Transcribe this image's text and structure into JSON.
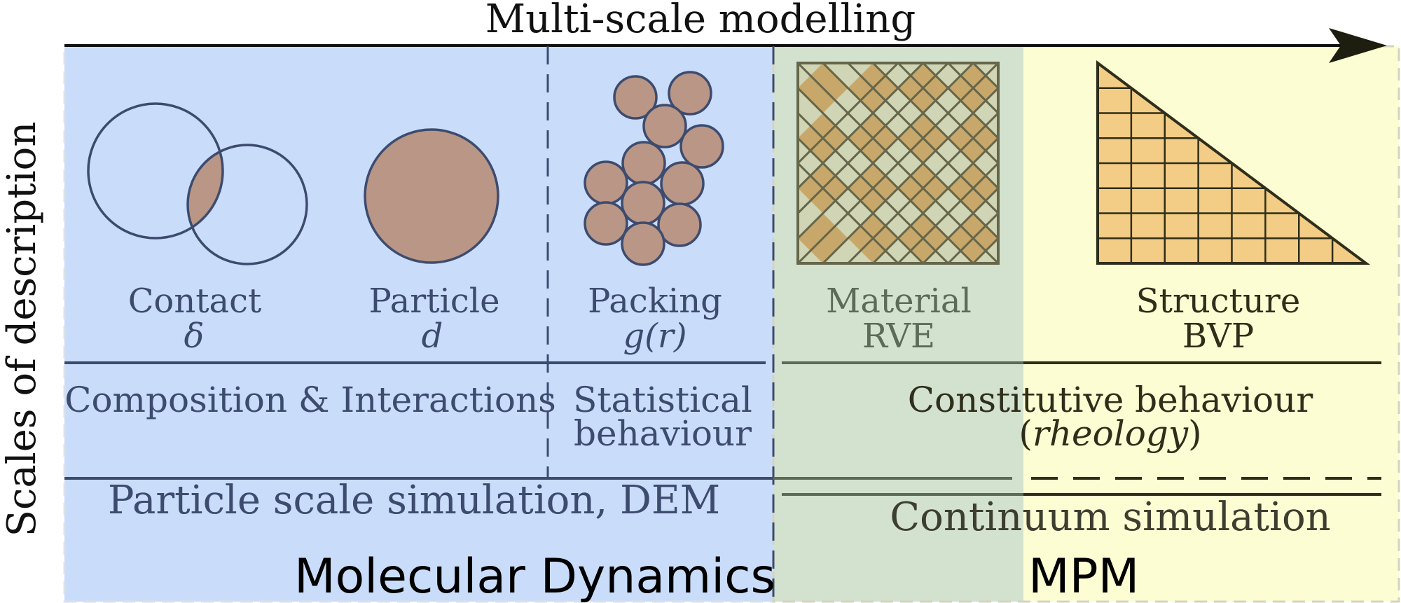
{
  "title": "Multi-scale modelling",
  "vertical_label": "Scales of description",
  "colors": {
    "blue_region": "#c9ddfa",
    "green_region": "#d3e2cf",
    "yellow_region": "#fdfdd3",
    "particle_fill": "#b99686",
    "particle_stroke": "#3d4b6e",
    "text_blue": "#3d4b6e",
    "text_gray": "#5d6a58",
    "text_dark": "#2e2e1a",
    "rve_dark": "#c8a86a",
    "rve_light": "#cfd5b5",
    "rve_stroke": "#66664a",
    "structure_fill": "#f3cc85",
    "structure_stroke": "#2e2e1a"
  },
  "scales": {
    "contact": {
      "name": "Contact",
      "symbol": "δ"
    },
    "particle": {
      "name": "Particle",
      "symbol": "d"
    },
    "packing": {
      "name": "Packing",
      "symbol": "g(r)"
    },
    "material": {
      "name": "Material",
      "symbol": "RVE"
    },
    "structure": {
      "name": "Structure",
      "symbol": "BVP"
    }
  },
  "behaviour": {
    "composition": "Composition & Interactions",
    "statistical_line1": "Statistical",
    "statistical_line2": "behaviour",
    "constitutive": "Constitutive behaviour",
    "rheology_open": "(",
    "rheology": "rheology",
    "rheology_close": ")"
  },
  "simulation": {
    "particle": "Particle scale simulation, DEM",
    "continuum": "Continuum simulation"
  },
  "methods": {
    "md": "Molecular Dynamics",
    "mpm": "MPM"
  },
  "icons": [
    "contact-overlap-icon",
    "particle-icon",
    "packing-icon",
    "rve-lattice-icon",
    "structure-mesh-icon"
  ]
}
